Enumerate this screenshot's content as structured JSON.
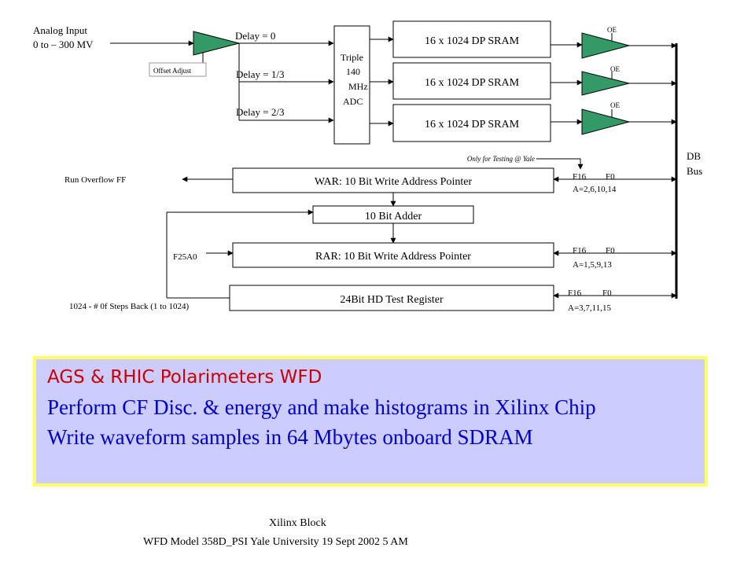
{
  "diagram": {
    "analog_input": "Analog Input",
    "analog_range": "0 to – 300 MV",
    "offset_adjust": "Offset Adjust",
    "delays": [
      "Delay = 0",
      "Delay = 1/3",
      "Delay = 2/3"
    ],
    "adc_lines": [
      "Triple",
      "140",
      "MHz",
      "ADC"
    ],
    "srams": [
      "16 x 1024 DP SRAM",
      "16 x 1024 DP SRAM",
      "16 x 1024 DP SRAM"
    ],
    "oe_labels": [
      "OE",
      "OE",
      "OE"
    ],
    "db_bus": [
      "DB",
      "Bus"
    ],
    "testing_note": "Only for Testing @ Yale",
    "war": "WAR: 10 Bit Write Address Pointer",
    "run_overflow": "Run Overflow  FF",
    "adder": "10 Bit Adder",
    "rar": "RAR: 10 Bit Write Address Pointer",
    "f25a0": "F25A0",
    "test_register": "24Bit HD Test Register",
    "steps_back": "1024 - # 0f Steps Back (1 to 1024)",
    "addr_labels": [
      {
        "f16": "F16",
        "f0": "F0",
        "a": "A=2,6,10,14"
      },
      {
        "f16": "F16",
        "f0": "F0",
        "a": "A=1,5,9,13"
      },
      {
        "f16": "F16",
        "f0": "F0",
        "a": "A=3,7,11,15"
      }
    ]
  },
  "panel": {
    "title": "AGS & RHIC Polarimeters WFD",
    "line1": "Perform CF Disc. & energy  and make histograms in Xilinx Chip",
    "line2": "Write waveform samples in 64 Mbytes onboard SDRAM"
  },
  "footer": {
    "line1": "Xilinx  Block",
    "line2": "WFD Model 358D_PSI  Yale University      19 Sept 2002  5 AM"
  },
  "colors": {
    "amp_fill": "#339966",
    "panel_bg": "#ccccff",
    "panel_border": "#ffff66",
    "title": "#cc0000",
    "body_text": "#0000cc"
  }
}
